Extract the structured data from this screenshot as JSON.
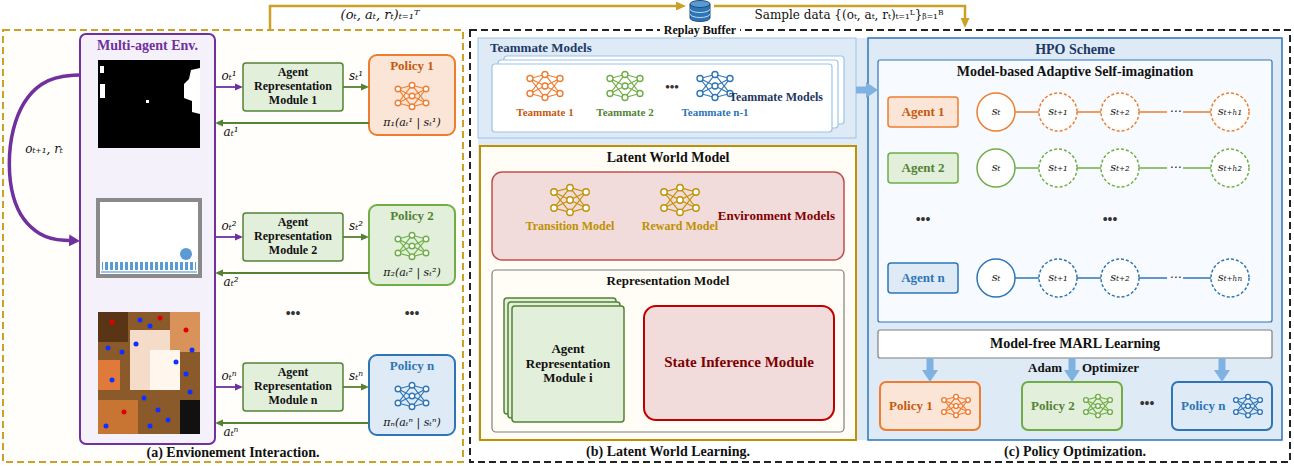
{
  "diagram": {
    "nodes": [
      {
        "text": [
          "Multi-agent Env."
        ]
      },
      {
        "text": [
          "Agent Representation Module 1"
        ]
      },
      {
        "text": [
          "Policy 1",
          "π₁(aₜ¹ | sₜ¹)"
        ]
      },
      {
        "text": [
          "Agent Representation Module 2"
        ]
      },
      {
        "text": [
          "Policy 2",
          "π₂(aₜ² | sₜ²)"
        ]
      },
      {
        "text": [
          "Agent Representation Module n"
        ]
      },
      {
        "text": [
          "Policy n",
          "πₙ(aₜⁿ | sₜⁿ)"
        ]
      },
      {
        "text": [
          "Replay Buffer"
        ]
      },
      {
        "text": [
          "Teammate Models"
        ]
      },
      {
        "text": [
          "Teammate Models"
        ],
        "in": 8
      },
      {
        "text": [
          "Latent World Model"
        ]
      },
      {
        "text": [
          "Environment Models"
        ],
        "in": 10
      },
      {
        "text": [
          "Representation Model"
        ],
        "in": 10
      },
      {
        "text": [
          "Agent Representation Module i"
        ],
        "in": 12
      },
      {
        "text": [
          "State Inference Module"
        ],
        "in": 12
      },
      {
        "text": [
          "HPO Scheme"
        ]
      },
      {
        "text": [
          "Model-based Adaptive Self-imagination"
        ],
        "in": 15
      },
      {
        "text": [
          "Agent 1"
        ],
        "in": 16
      },
      {
        "text": [
          "Agent 2"
        ],
        "in": 16
      },
      {
        "text": [
          "Agent n"
        ],
        "in": 16
      },
      {
        "text": [
          "sₜ"
        ],
        "in": 16
      },
      {
        "text": [
          "sₜ₊₁"
        ],
        "in": 16
      },
      {
        "text": [
          "sₜ₊₂"
        ],
        "in": 16
      },
      {
        "text": [
          "sₜ₊ₕ₁"
        ],
        "in": 16
      },
      {
        "text": [
          "sₜ"
        ],
        "in": 16
      },
      {
        "text": [
          "sₜ₊₁"
        ],
        "in": 16
      },
      {
        "text": [
          "sₜ₊₂"
        ],
        "in": 16
      },
      {
        "text": [
          "sₜ₊ₕ₂"
        ],
        "in": 16
      },
      {
        "text": [
          "sₜ"
        ],
        "in": 16
      },
      {
        "text": [
          "sₜ₊₁"
        ],
        "in": 16
      },
      {
        "text": [
          "sₜ₊₂"
        ],
        "in": 16
      },
      {
        "text": [
          "sₜ₊ₕₙ"
        ],
        "in": 16
      },
      {
        "text": [
          "Model-free MARL Learning"
        ],
        "in": 15
      },
      {
        "text": [
          "Policy 1"
        ],
        "in": 15
      },
      {
        "text": [
          "Policy 2"
        ],
        "in": 15
      },
      {
        "text": [
          "Policy n"
        ],
        "in": 15
      }
    ],
    "edges": [
      {
        "from": 0,
        "to": 1,
        "arrow": "to",
        "label": "oₜ¹"
      },
      {
        "from": 1,
        "to": 2,
        "arrow": "to",
        "label": "sₜ¹"
      },
      {
        "from": 2,
        "to": 0,
        "arrow": "to",
        "label": "aₜ¹"
      },
      {
        "from": 0,
        "to": 3,
        "arrow": "to",
        "label": "oₜ²"
      },
      {
        "from": 3,
        "to": 4,
        "arrow": "to",
        "label": "sₜ²"
      },
      {
        "from": 4,
        "to": 0,
        "arrow": "to",
        "label": "aₜ²"
      },
      {
        "from": 0,
        "to": 5,
        "arrow": "to",
        "label": "oₜⁿ"
      },
      {
        "from": 5,
        "to": 6,
        "arrow": "to",
        "label": "sₜⁿ"
      },
      {
        "from": 6,
        "to": 0,
        "arrow": "to",
        "label": "aₜⁿ"
      },
      {
        "from": 0,
        "to": 0,
        "arrow": "to",
        "label": "oₜ₊₁, rₜ"
      },
      {
        "from": 8,
        "to": 16,
        "arrow": "to"
      },
      {
        "from": 20,
        "to": 21,
        "arrow": "none"
      },
      {
        "from": 21,
        "to": 22,
        "arrow": "none"
      },
      {
        "from": 22,
        "to": 23,
        "arrow": "none",
        "label": "⋯"
      },
      {
        "from": 24,
        "to": 25,
        "arrow": "none"
      },
      {
        "from": 25,
        "to": 26,
        "arrow": "none"
      },
      {
        "from": 26,
        "to": 27,
        "arrow": "none",
        "label": "⋯"
      },
      {
        "from": 28,
        "to": 29,
        "arrow": "none"
      },
      {
        "from": 29,
        "to": 30,
        "arrow": "none"
      },
      {
        "from": 30,
        "to": 31,
        "arrow": "none",
        "label": "⋯"
      },
      {
        "from": 32,
        "to": 33,
        "arrow": "to"
      },
      {
        "from": 32,
        "to": 34,
        "arrow": "to"
      },
      {
        "from": 32,
        "to": 35,
        "arrow": "to"
      }
    ],
    "labels": [
      "(oₜ, aₜ, rₜ)ₜ₌₁ᵀ",
      "Sample data {(oₜ, aₜ, rₜ)ₜ₌₁ᴸ}ᵦ₌₁ᴮ",
      "•••",
      "•••",
      "(a) Envionement Interaction.",
      "Teammate 1",
      "Teammate 2",
      "•••",
      "Teammate n-1",
      "Transition Model",
      "Reward Model",
      "(b) Latent World Learning.",
      "•••",
      "•••",
      "Adam",
      "Optimizer",
      "•••",
      "(c) Policy Optimization."
    ]
  }
}
